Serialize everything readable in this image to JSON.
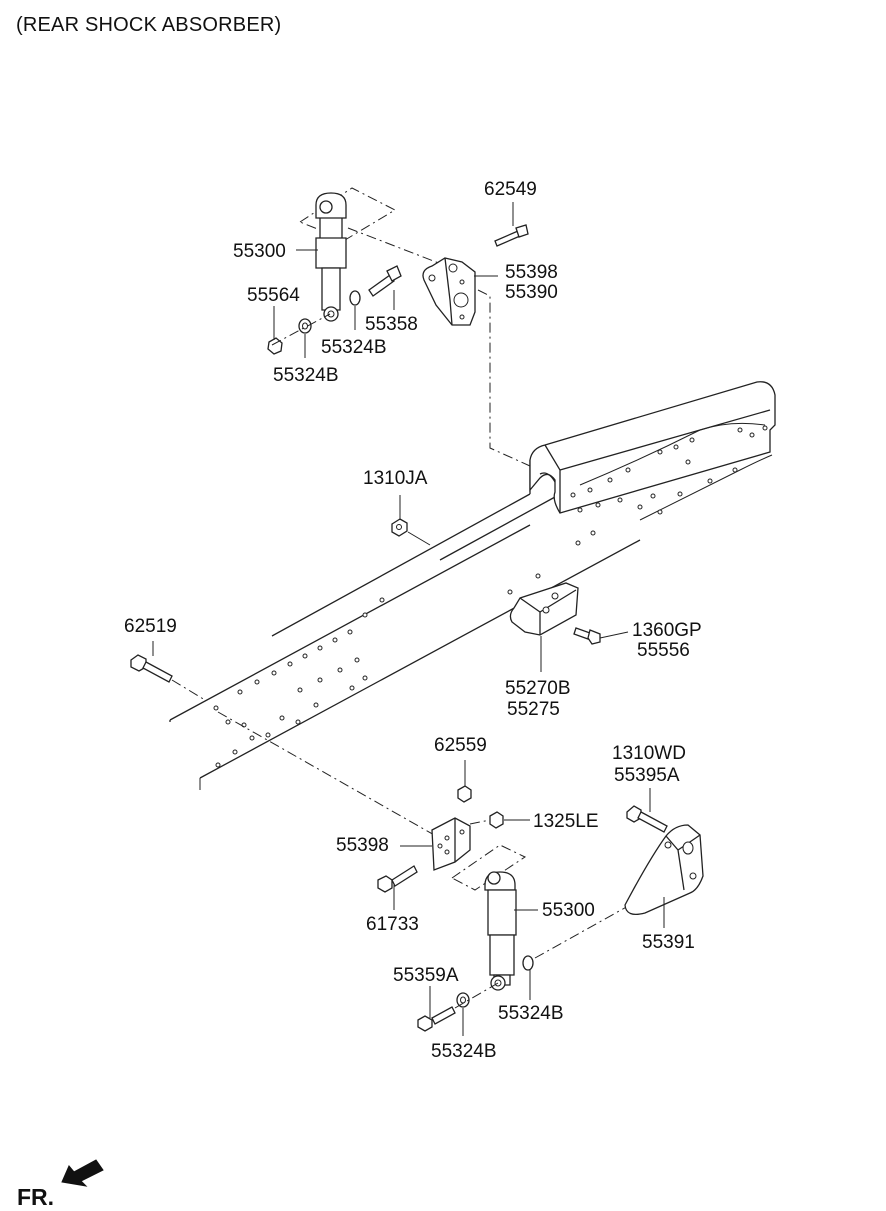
{
  "title": "(REAR SHOCK ABSORBER)",
  "front_indicator": "FR.",
  "labels": {
    "p62549": "62549",
    "p55300_top": "55300",
    "p55398_top": "55398",
    "p55390": "55390",
    "p55564": "55564",
    "p55358": "55358",
    "p55324B_a": "55324B",
    "p55324B_b": "55324B",
    "p1310JA": "1310JA",
    "p62519": "62519",
    "p1360GP": "1360GP",
    "p55556": "55556",
    "p55270B": "55270B",
    "p55275": "55275",
    "p62559": "62559",
    "p1310WD": "1310WD",
    "p55395A": "55395A",
    "p1325LE": "1325LE",
    "p55398_bot": "55398",
    "p55300_bot": "55300",
    "p61733": "61733",
    "p55391": "55391",
    "p55359A": "55359A",
    "p55324B_c": "55324B",
    "p55324B_d": "55324B"
  },
  "icons": {
    "front_arrow": "arrow-icon"
  }
}
